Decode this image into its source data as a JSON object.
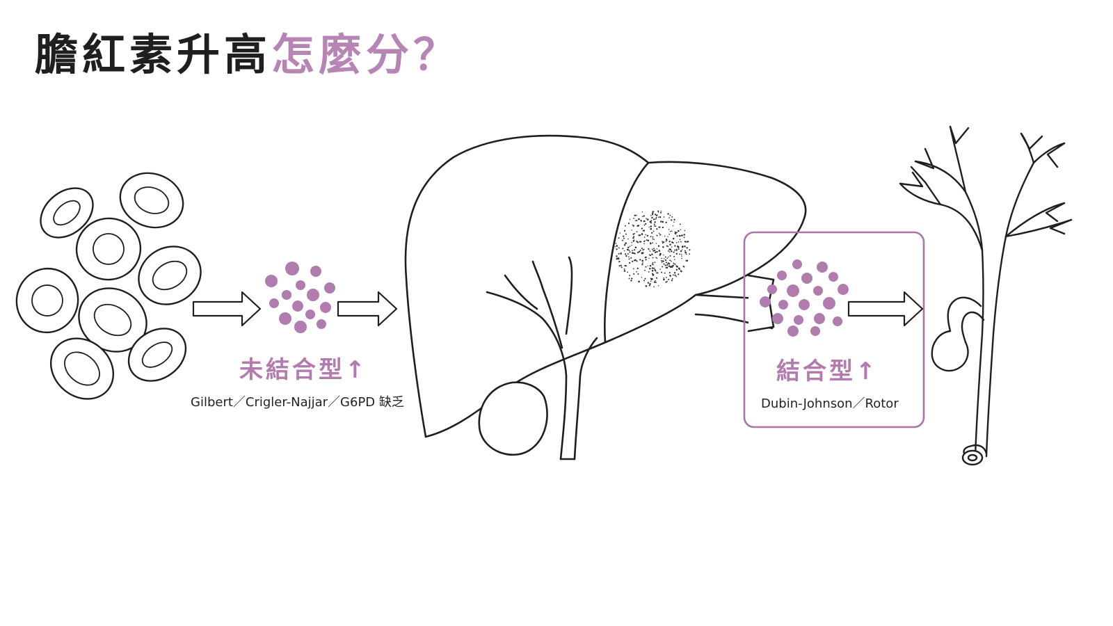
{
  "title": {
    "main": "膽紅素升高",
    "accent": "怎麼分？"
  },
  "unconjugated": {
    "label": "未結合型↑",
    "causes": "Gilbert／Crigler-Najjar／G6PD 缺乏"
  },
  "conjugated": {
    "label": "結合型↑",
    "causes": "Dubin-Johnson／Rotor"
  },
  "colors": {
    "accent": "#b685b3",
    "particle": "#b07cad",
    "outline": "#1e1e1e",
    "box_border": "#a875a6"
  }
}
